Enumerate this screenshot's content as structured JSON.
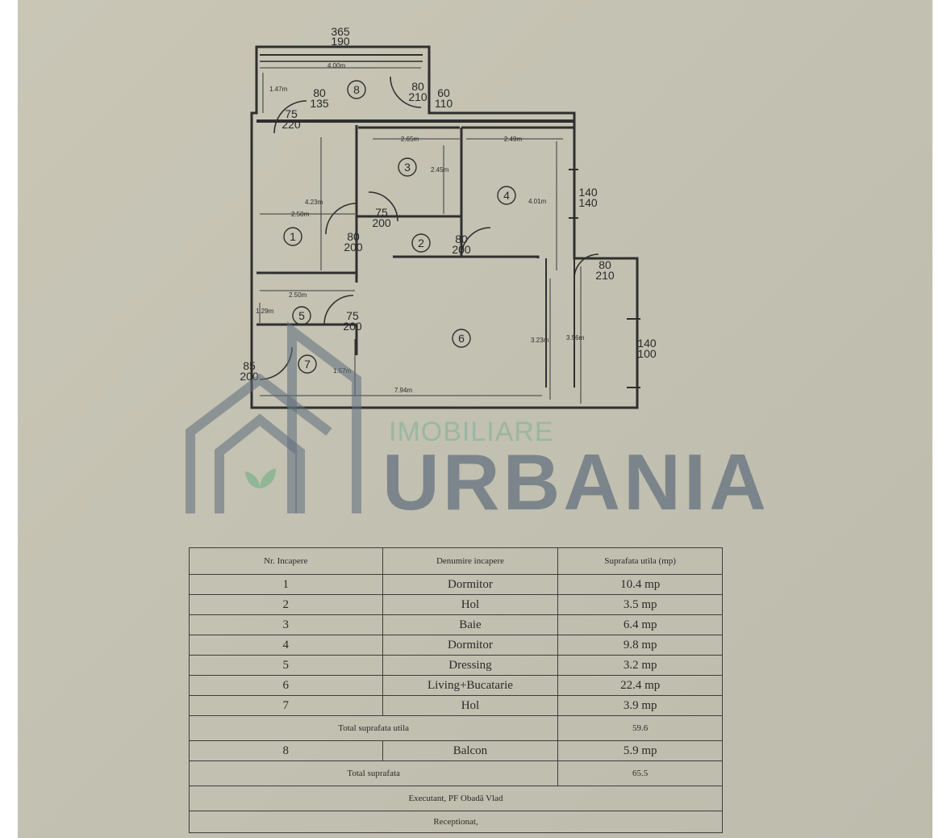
{
  "plan": {
    "top_dims": [
      "365",
      "190"
    ],
    "dimensions": [
      "4.00m",
      "1.47m",
      "2.65m",
      "2.45m",
      "2.49m",
      "4.23m",
      "2.50m",
      "4.01m",
      "2.50m",
      "1.29m",
      "1.57m",
      "7.94m",
      "3.23m",
      "3.56m"
    ],
    "openings": [
      [
        "80",
        "135"
      ],
      [
        "80",
        "210"
      ],
      [
        "60",
        "110"
      ],
      [
        "75",
        "220"
      ],
      [
        "75",
        "200"
      ],
      [
        "80",
        "200"
      ],
      [
        "80",
        "200"
      ],
      [
        "140",
        "140"
      ],
      [
        "80",
        "210"
      ],
      [
        "75",
        "200"
      ],
      [
        "140",
        "100"
      ],
      [
        "85",
        "200"
      ]
    ],
    "room_numbers": [
      "1",
      "2",
      "3",
      "4",
      "5",
      "6",
      "7",
      "8"
    ]
  },
  "watermark": {
    "small": "IMOBILIARE",
    "big": "URBANIA"
  },
  "table": {
    "headers": [
      "Nr. Incapere",
      "Denumire incapere",
      "Suprafata utila (mp)"
    ],
    "rows": [
      {
        "nr": "1",
        "name": "Dormitor",
        "area": "10.4 mp"
      },
      {
        "nr": "2",
        "name": "Hol",
        "area": "3.5 mp"
      },
      {
        "nr": "3",
        "name": "Baie",
        "area": "6.4 mp"
      },
      {
        "nr": "4",
        "name": "Dormitor",
        "area": "9.8 mp"
      },
      {
        "nr": "5",
        "name": "Dressing",
        "area": "3.2 mp"
      },
      {
        "nr": "6",
        "name": "Living+Bucatarie",
        "area": "22.4 mp"
      },
      {
        "nr": "7",
        "name": "Hol",
        "area": "3.9 mp"
      }
    ],
    "total_util_label": "Total suprafata utila",
    "total_util_value": "59.6",
    "balcony": {
      "nr": "8",
      "name": "Balcon",
      "area": "5.9 mp"
    },
    "total_label": "Total suprafata",
    "total_value": "65.5",
    "executant": "Executant, PF Obadă Vlad",
    "receptionat": "Receptionat,"
  },
  "colors": {
    "paper": "#c6c4b4",
    "ink": "#2a2a2a",
    "watermark_green": "#78af96",
    "watermark_gray": "#5f6e7d"
  }
}
